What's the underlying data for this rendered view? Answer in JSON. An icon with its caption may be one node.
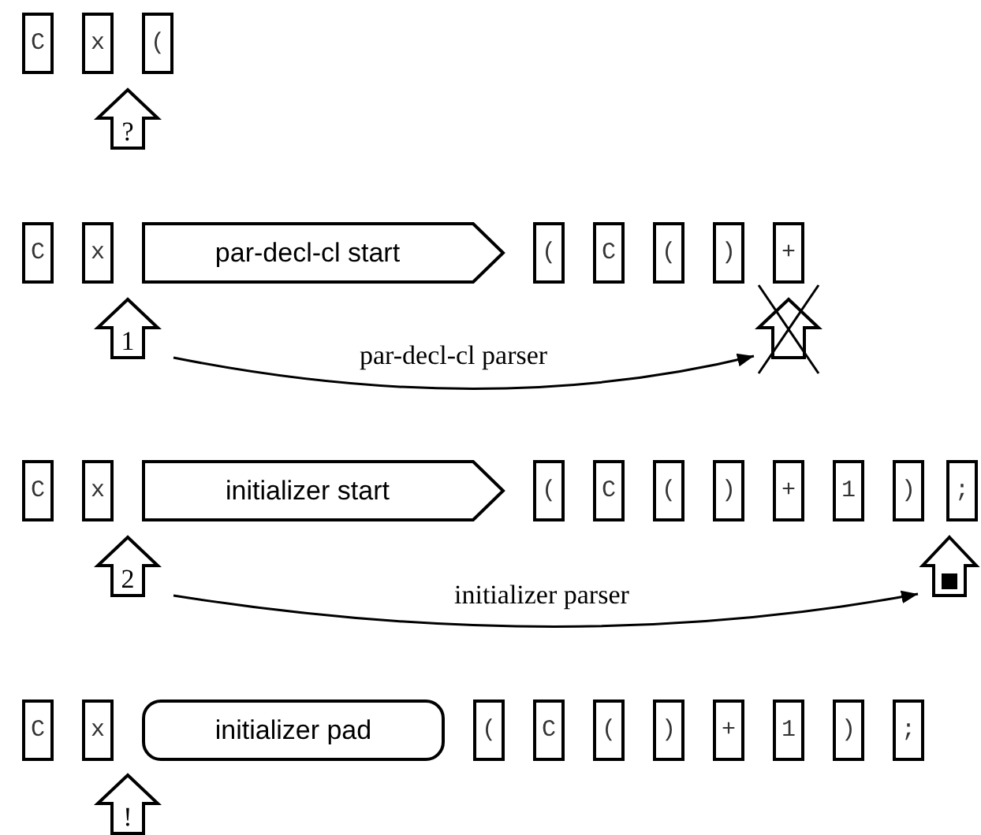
{
  "diagram": {
    "nodes": [
      {
        "text": [
          "C"
        ]
      },
      {
        "text": [
          "x"
        ]
      },
      {
        "text": [
          "("
        ]
      },
      {
        "text": [
          "?"
        ]
      },
      {
        "text": [
          "C"
        ]
      },
      {
        "text": [
          "x"
        ]
      },
      {
        "text": [
          "par-decl-cl start"
        ]
      },
      {
        "text": [
          "("
        ]
      },
      {
        "text": [
          "C"
        ]
      },
      {
        "text": [
          "("
        ]
      },
      {
        "text": [
          ")"
        ]
      },
      {
        "text": [
          "+"
        ]
      },
      {
        "text": [
          "1"
        ]
      },
      {
        "text": [],
        "shape": "arrow"
      },
      {
        "text": [
          "C"
        ]
      },
      {
        "text": [
          "x"
        ]
      },
      {
        "text": [
          "initializer start"
        ]
      },
      {
        "text": [
          "("
        ]
      },
      {
        "text": [
          "C"
        ]
      },
      {
        "text": [
          "("
        ]
      },
      {
        "text": [
          ")"
        ]
      },
      {
        "text": [
          "+"
        ]
      },
      {
        "text": [
          "1"
        ]
      },
      {
        "text": [
          ")"
        ]
      },
      {
        "text": [
          ";"
        ]
      },
      {
        "text": [
          "2"
        ]
      },
      {
        "text": [],
        "shape": "arrow"
      },
      {
        "text": [
          "C"
        ]
      },
      {
        "text": [
          "x"
        ]
      },
      {
        "text": [
          "initializer pad"
        ]
      },
      {
        "text": [
          "("
        ]
      },
      {
        "text": [
          "C"
        ]
      },
      {
        "text": [
          "("
        ]
      },
      {
        "text": [
          ")"
        ]
      },
      {
        "text": [
          "+"
        ]
      },
      {
        "text": [
          "1"
        ]
      },
      {
        "text": [
          ")"
        ]
      },
      {
        "text": [
          ";"
        ]
      },
      {
        "text": [
          "!"
        ]
      }
    ],
    "edges": [
      {
        "from": 12,
        "to": 13,
        "arrow": "to",
        "label": "par-decl-cl parser"
      },
      {
        "from": 25,
        "to": 26,
        "arrow": "to",
        "label": "initializer parser"
      }
    ]
  }
}
